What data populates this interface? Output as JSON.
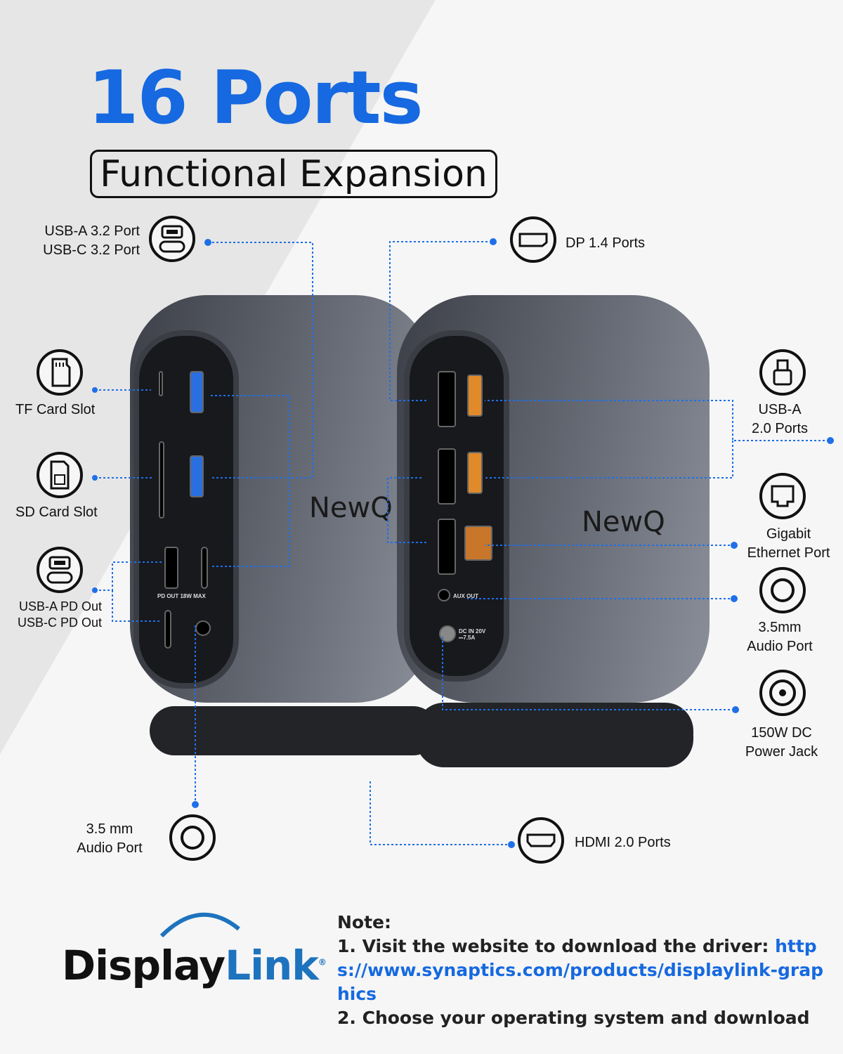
{
  "title": "16 Ports",
  "subtitle": "Functional Expansion",
  "brand_device": "NewQ",
  "labels": {
    "usb32": [
      "USB-A 3.2 Port",
      "USB-C 3.2 Port"
    ],
    "tf": "TF Card Slot",
    "sd": "SD Card Slot",
    "pd": [
      "USB-A PD Out",
      "USB-C PD Out"
    ],
    "audio_left": [
      "3.5 mm",
      "Audio Port"
    ],
    "dp": "DP 1.4 Ports",
    "usb20": [
      "USB-A",
      "2.0 Ports"
    ],
    "ethernet": [
      "Gigabit",
      "Ethernet Port"
    ],
    "audio_right": [
      "3.5mm",
      "Audio Port"
    ],
    "dc": [
      "150W DC",
      "Power Jack"
    ],
    "hdmi": "HDMI 2.0 Ports"
  },
  "device_markings": {
    "pd_out": "PD OUT 18W MAX",
    "aux_out": "AUX OUT",
    "dc_in": "DC IN 20V ⎓7.5A"
  },
  "logo": {
    "part1": "Display",
    "part2": "Link",
    "reg": "®"
  },
  "note": {
    "heading": "Note:",
    "line1_prefix": "1. Visit the website to download the driver: ",
    "line1_link": "https://www.synaptics.com/products/displaylink-graphics",
    "line2": "2. Choose your operating system and download"
  },
  "colors": {
    "accent": "#1669e0",
    "leader": "#1f6fe8"
  }
}
